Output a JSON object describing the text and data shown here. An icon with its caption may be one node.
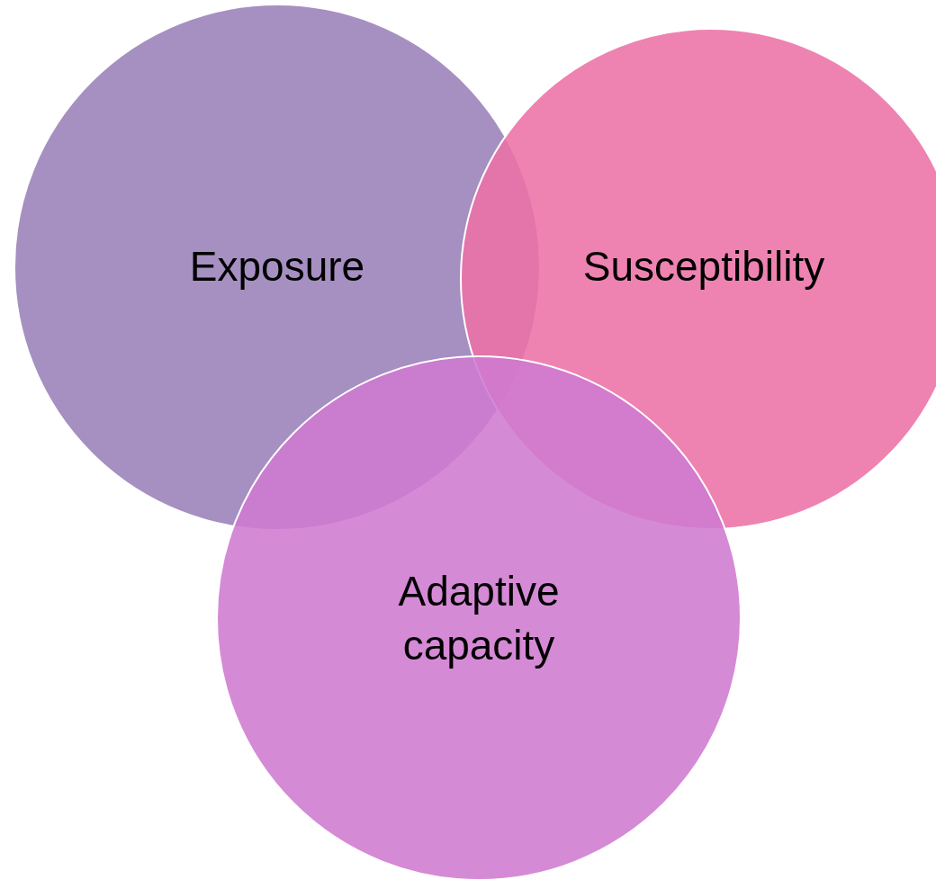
{
  "diagram": {
    "nodes": [
      {
        "text": [
          "Exposure"
        ]
      },
      {
        "text": [
          "Susceptibility"
        ]
      },
      {
        "text": [
          "Adaptive capacity"
        ]
      }
    ]
  }
}
